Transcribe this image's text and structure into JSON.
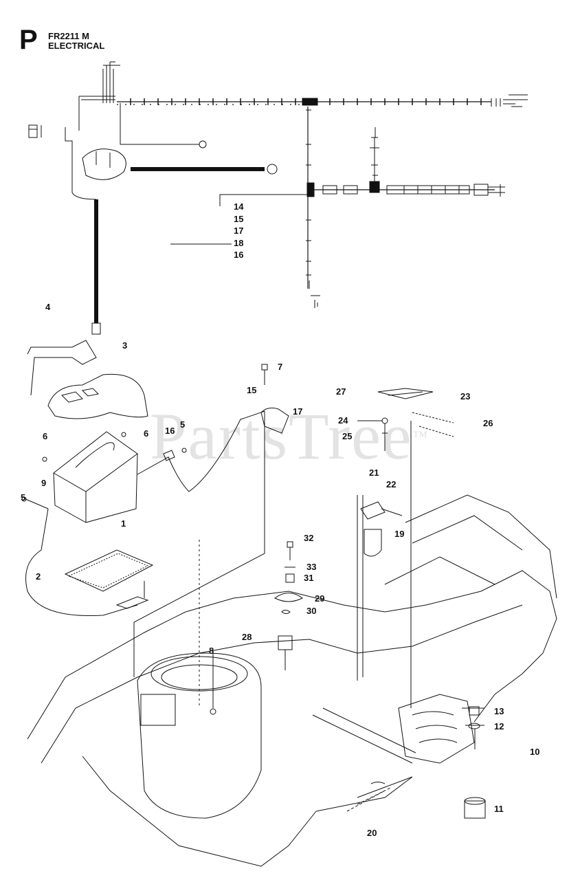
{
  "header": {
    "section_letter": "P",
    "model": "FR2211 M",
    "title": "ELECTRICAL"
  },
  "watermark": {
    "text": "PartsTree",
    "mark": "™"
  },
  "callouts": {
    "c1": "1",
    "c2": "2",
    "c3": "3",
    "c4": "4",
    "c5a": "5",
    "c5b": "5",
    "c6a": "6",
    "c6b": "6",
    "c7": "7",
    "c8": "8",
    "c9": "9",
    "c10": "10",
    "c11": "11",
    "c12": "12",
    "c13": "13",
    "c14": "14",
    "c15a": "15",
    "c15b": "15",
    "c16a": "16",
    "c16b": "16",
    "c17a": "17",
    "c17b": "17",
    "c18": "18",
    "c19": "19",
    "c20": "20",
    "c21": "21",
    "c22": "22",
    "c23": "23",
    "c24": "24",
    "c25": "25",
    "c26": "26",
    "c27": "27",
    "c28": "28",
    "c29": "29",
    "c30": "30",
    "c31": "31",
    "c32": "32",
    "c33": "33"
  },
  "colors": {
    "line": "#111111",
    "watermark": "#e3e3e3",
    "background": "#ffffff"
  }
}
